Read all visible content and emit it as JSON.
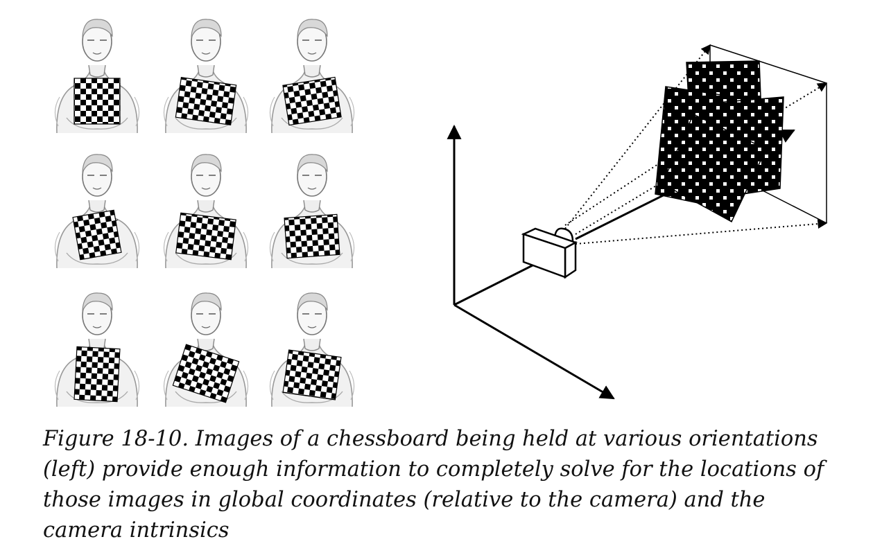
{
  "figure": {
    "grid": {
      "rows": 3,
      "columns": 3,
      "item": "person-holding-chessboard",
      "board_tilts_deg": [
        0,
        8,
        -9,
        -10,
        7,
        -4,
        3,
        18,
        8
      ]
    },
    "scene": {
      "axes": 3,
      "object": "camera",
      "board_views": 4,
      "projection_rays": "dotted"
    },
    "colors": {
      "board_dark": "#000000",
      "board_light": "#ffffff",
      "line": "#000000",
      "sketch": "#9a9a9a"
    }
  },
  "caption": {
    "text": "Figure 18-10. Images of a chessboard being held at various orientations (left) provide enough information to completely solve for the locations of those images in global coordinates (relative to the camera) and the camera intrinsics"
  }
}
